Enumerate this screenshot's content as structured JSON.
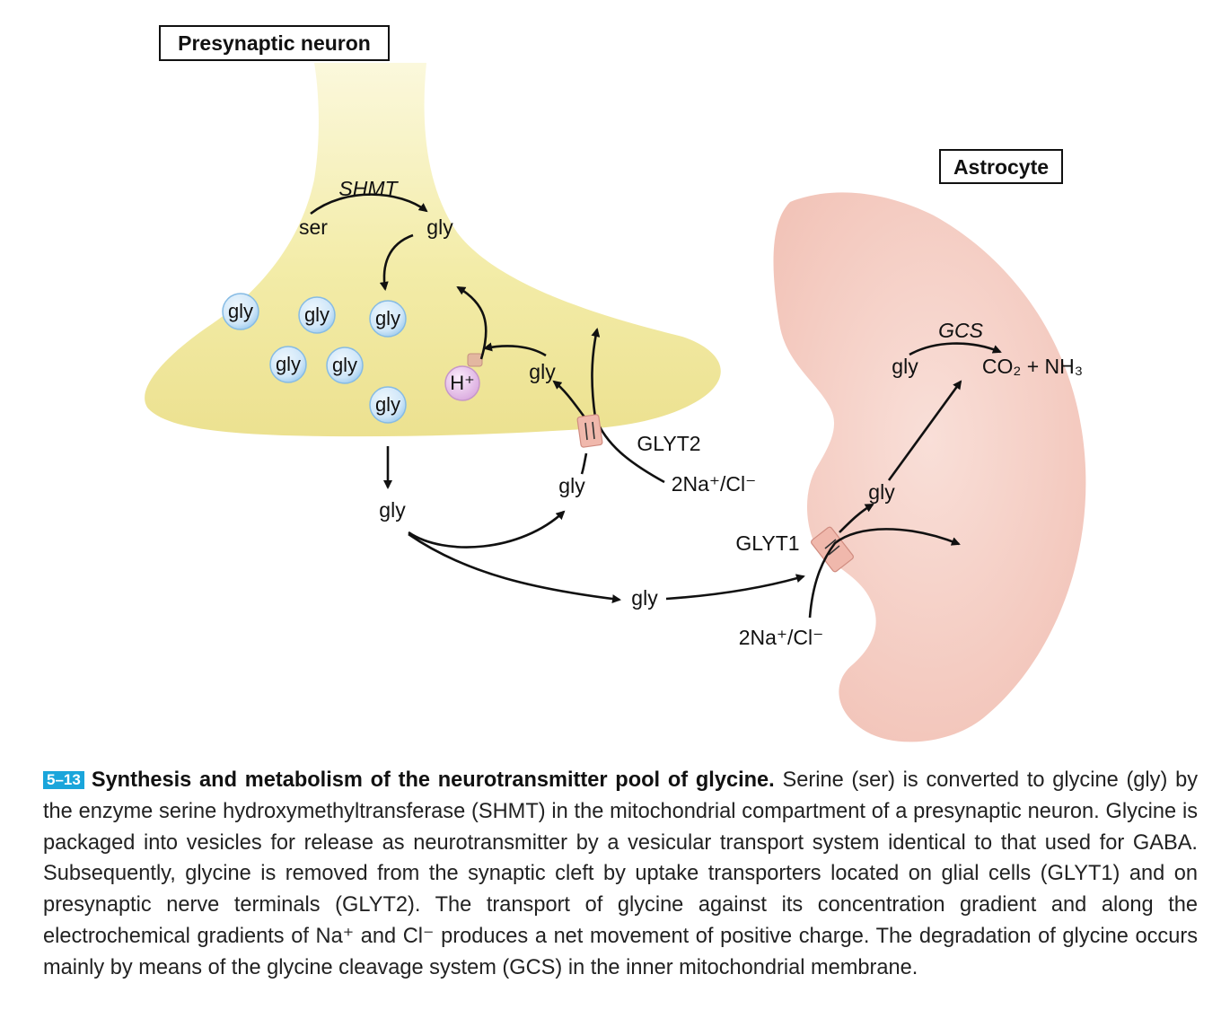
{
  "labels": {
    "presynaptic": "Presynaptic neuron",
    "astrocyte": "Astrocyte",
    "shmt": "SHMT",
    "ser": "ser",
    "gly": "gly",
    "h_plus": "H⁺",
    "glyt2": "GLYT2",
    "glyt1": "GLYT1",
    "na_cl": "2Na⁺/Cl⁻",
    "gcs": "GCS",
    "products": "CO₂ + NH₃"
  },
  "caption": {
    "figure_number": "5–13",
    "title": "Synthesis and metabolism of the neurotransmitter pool of glycine.",
    "body": "Serine (ser) is converted to glycine (gly) by the enzyme serine hydroxymethyltransferase (SHMT) in the mitochondrial compartment of a presynaptic neuron. Glycine is packaged into vesicles for release as neurotransmitter by a vesicular transport system identical to that used for GABA. Subsequently, glycine is removed from the synaptic cleft by uptake transporters located on glial cells (GLYT1) and on presynaptic nerve terminals (GLYT2). The transport of glycine against its concentration gradient and along the electrochemical gradients of Na⁺ and Cl⁻ produces a net movement of positive charge. The degradation of glycine occurs mainly by means of the glycine cleavage system (GCS) in the inner mitochondrial membrane."
  },
  "colors": {
    "neuron_fill": "#f3eca8",
    "astrocyte_fill": "#f6cfc6",
    "vesicle_fill": "#cfe6f8",
    "h_pump_fill": "#e6c4e6",
    "transporter_fill": "#f0b8ac",
    "figure_badge": "#1aa5db"
  }
}
